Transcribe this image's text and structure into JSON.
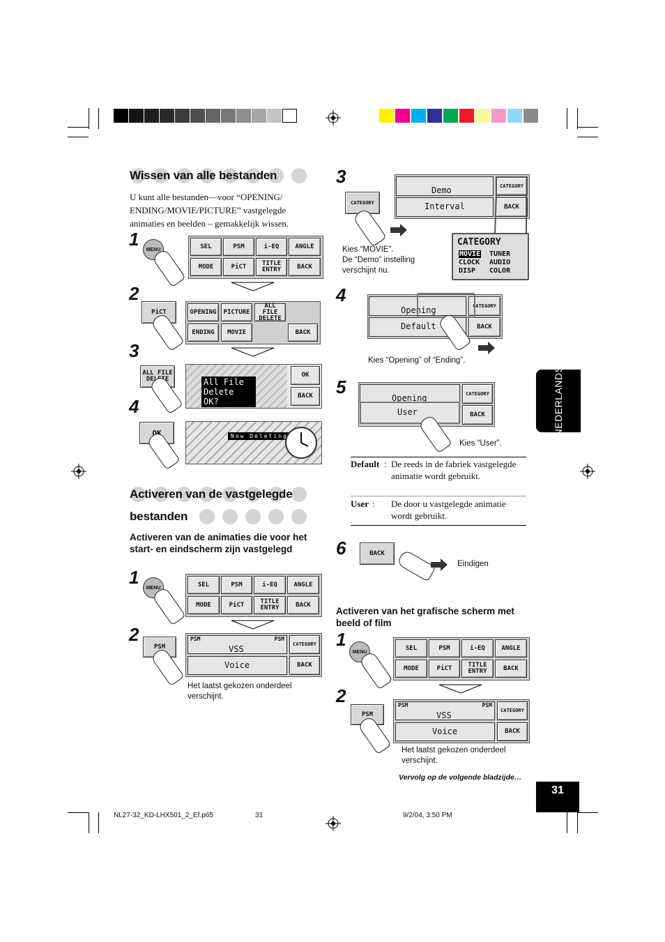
{
  "colors": {
    "gray_swatches": [
      "#000000",
      "#141414",
      "#1e1e1e",
      "#2a2a2a",
      "#3c3c3c",
      "#4e4e4e",
      "#646464",
      "#787878",
      "#8e8e8e",
      "#a6a6a6",
      "#c4c4c4",
      "#ffffff"
    ],
    "color_swatches": [
      "#fff200",
      "#ec008c",
      "#00aeef",
      "#2e3192",
      "#00a651",
      "#ed1c24",
      "#fff799",
      "#f49ac1",
      "#8fd8f8",
      "#8a8a8a"
    ],
    "tab_bg": "#000000"
  },
  "side_tab": {
    "label": "NEDERLANDS"
  },
  "page_number": "31",
  "footer": {
    "file": "NL27-32_KD-LHX501_2_Ef.p65",
    "page": "31",
    "date": "9/2/04, 3:50 PM"
  },
  "continue_note": "Vervolg op de volgende bladzijde…",
  "left": {
    "section1": {
      "title": "Wissen van alle bestanden",
      "intro": "U kunt alle bestanden—voor “OPENING/ ENDING/MOVIE/PICTURE” vastgelegde animaties en beelden – gemakkelijk wissen.",
      "steps": [
        "1",
        "2",
        "3",
        "4"
      ]
    },
    "section2": {
      "title_line1": "Activeren van de vastgelegde",
      "title_line2": "bestanden",
      "subtitle": "Activeren van de animaties die voor het start- en eindscherm zijn vastgelegd",
      "steps": [
        "1",
        "2"
      ],
      "caption": "Het laatst gekozen onderdeel verschijnt."
    }
  },
  "right": {
    "steps": [
      "3",
      "4",
      "5",
      "6"
    ],
    "caption3": "Kies “MOVIE”.\nDe “Demo” instelling verschijnt nu.",
    "caption4": "Kies “Opening” of “Ending”.",
    "caption5": "Kies “User”.",
    "caption6": "Eindigen",
    "table": [
      {
        "term": "Default",
        "desc": "De reeds in de fabriek vastgelegde animatie wordt gebruikt."
      },
      {
        "term": "User",
        "desc": "De door u vastgelegde animatie wordt gebruikt."
      }
    ],
    "section3": {
      "subtitle": "Activeren van het grafische scherm met beeld of film",
      "steps": [
        "1",
        "2"
      ],
      "caption": "Het laatst gekozen onderdeel verschijnt."
    }
  },
  "ui_labels": {
    "menu": "MENU",
    "sel": "SEL",
    "psm": "PSM",
    "ieq": "i-EQ",
    "angle": "ANGLE",
    "mode": "MODE",
    "pict": "PiCT",
    "title_entry": "TITLE ENTRY",
    "back": "BACK",
    "opening": "OPENING",
    "picture": "PICTURE",
    "all_file_delete": "ALL FILE DELETE",
    "ending": "ENDING",
    "movie": "MOVIE",
    "ok": "OK",
    "confirm": "All File Delete OK?",
    "now_deleting": "Now Deleting...",
    "category": "CATEGORY",
    "demo": "Demo",
    "interval": "Interval",
    "cat_movie": "MOVIE",
    "cat_tuner": "TUNER",
    "cat_clock": "CLOCK",
    "cat_audio": "AUDIO",
    "cat_disp": "DISP",
    "cat_color": "COLOR",
    "opening_val": "Opening",
    "default_val": "Default",
    "user_val": "User",
    "vss": "VSS",
    "voice": "Voice"
  }
}
